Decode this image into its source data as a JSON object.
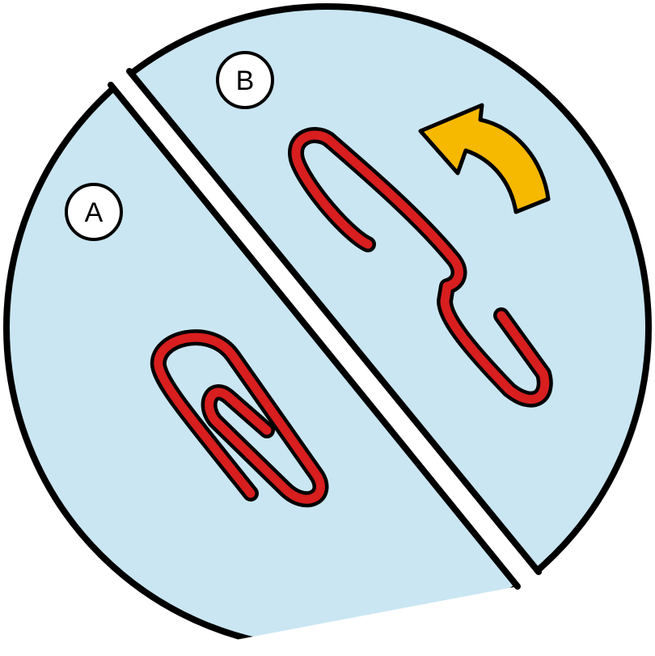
{
  "colors": {
    "background": "#ffffff",
    "panel_fill": "#cae6f2",
    "outline": "#000000",
    "clip_fill": "#d81e1e",
    "arrow_fill": "#f7b800",
    "badge_fill": "#ffffff"
  },
  "panels": [
    {
      "id": "A",
      "label": "A",
      "content": "paperclip-intact"
    },
    {
      "id": "B",
      "label": "B",
      "content": "paperclip-unbent"
    }
  ],
  "arrow": {
    "icon": "curved-arrow-icon",
    "direction": "counterclockwise"
  }
}
